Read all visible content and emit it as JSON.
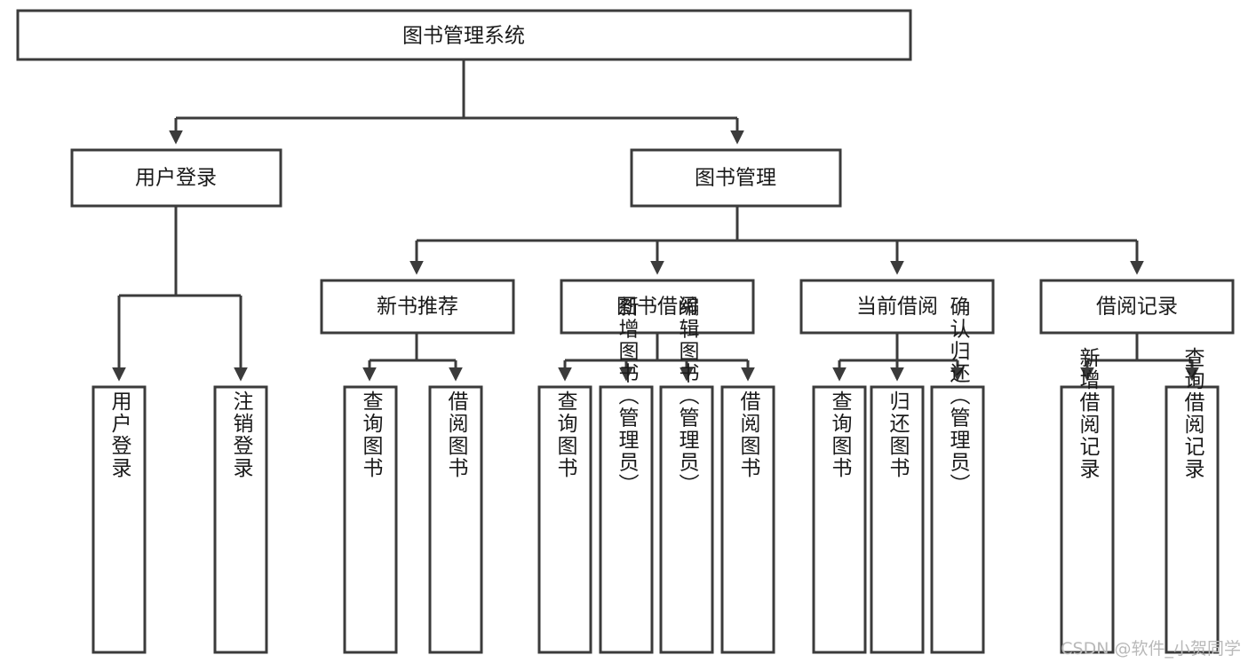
{
  "diagram": {
    "title": "图书管理系统",
    "type": "hierarchy-tree",
    "watermark": "CSDN @软件_小贺同学",
    "colors": {
      "stroke": "#3b3b3b",
      "fill": "#ffffff",
      "text": "#1a1a1a",
      "watermark": "#b9b9b9"
    },
    "levels": {
      "root": {
        "label": "图书管理系统"
      },
      "level2": [
        {
          "id": "user-login",
          "label": "用户登录"
        },
        {
          "id": "book-management",
          "label": "图书管理"
        }
      ],
      "level3": [
        {
          "id": "new-book-recommend",
          "label": "新书推荐",
          "parent": "book-management"
        },
        {
          "id": "book-borrow",
          "label": "图书借阅",
          "parent": "book-management"
        },
        {
          "id": "current-borrow",
          "label": "当前借阅",
          "parent": "book-management"
        },
        {
          "id": "borrow-record",
          "label": "借阅记录",
          "parent": "book-management"
        }
      ],
      "leaves": [
        {
          "id": "leaf-user-login",
          "label": "用户登录",
          "parent": "user-login"
        },
        {
          "id": "leaf-logout-login",
          "label": "注销登录",
          "parent": "user-login"
        },
        {
          "id": "leaf-query-book-1",
          "label": "查询图书",
          "parent": "new-book-recommend"
        },
        {
          "id": "leaf-borrow-book-1",
          "label": "借阅图书",
          "parent": "new-book-recommend"
        },
        {
          "id": "leaf-query-book-2",
          "label": "查询图书",
          "parent": "book-borrow"
        },
        {
          "id": "leaf-add-book",
          "label": "新增图书（管理员）",
          "parent": "book-borrow"
        },
        {
          "id": "leaf-edit-book",
          "label": "编辑图书（管理员）",
          "parent": "book-borrow"
        },
        {
          "id": "leaf-borrow-book-2",
          "label": "借阅图书",
          "parent": "book-borrow"
        },
        {
          "id": "leaf-query-book-3",
          "label": "查询图书",
          "parent": "current-borrow"
        },
        {
          "id": "leaf-return-book",
          "label": "归还图书",
          "parent": "current-borrow"
        },
        {
          "id": "leaf-confirm-return",
          "label": "确认归还（管理员）",
          "parent": "current-borrow"
        },
        {
          "id": "leaf-add-record",
          "label": "新增借阅记录",
          "parent": "borrow-record"
        },
        {
          "id": "leaf-query-record",
          "label": "查询借阅记录",
          "parent": "borrow-record"
        }
      ]
    }
  }
}
